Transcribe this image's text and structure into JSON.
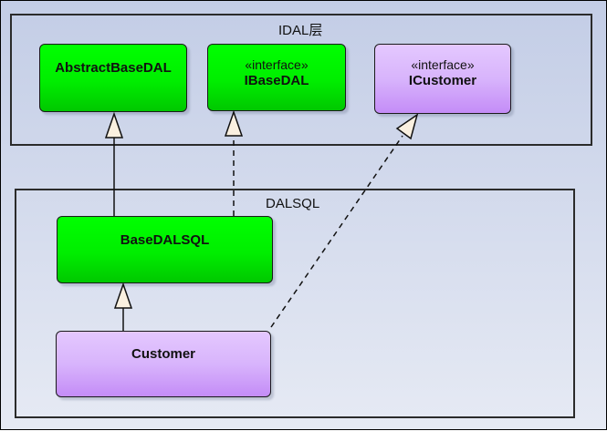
{
  "diagram": {
    "type": "uml-class-diagram",
    "packages": [
      {
        "id": "idal",
        "label": "IDAL层"
      },
      {
        "id": "dalsql",
        "label": "DALSQL"
      }
    ],
    "classes": [
      {
        "id": "abstractbasedal",
        "name": "AbstractBaseDAL",
        "stereotype": "",
        "package": "idal",
        "color": "#00e600"
      },
      {
        "id": "ibasedal",
        "name": "IBaseDAL",
        "stereotype": "«interface»",
        "package": "idal",
        "color": "#00e600"
      },
      {
        "id": "icustomer",
        "name": "ICustomer",
        "stereotype": "«interface»",
        "package": "idal",
        "color": "#d4aaf9"
      },
      {
        "id": "basedalsql",
        "name": "BaseDALSQL",
        "stereotype": "",
        "package": "dalsql",
        "color": "#00e600"
      },
      {
        "id": "customer",
        "name": "Customer",
        "stereotype": "",
        "package": "dalsql",
        "color": "#d4aaf9"
      }
    ],
    "relationships": [
      {
        "from": "basedalsql",
        "to": "abstractbasedal",
        "kind": "generalization"
      },
      {
        "from": "basedalsql",
        "to": "ibasedal",
        "kind": "realization"
      },
      {
        "from": "customer",
        "to": "basedalsql",
        "kind": "generalization"
      },
      {
        "from": "customer",
        "to": "icustomer",
        "kind": "realization"
      }
    ]
  }
}
